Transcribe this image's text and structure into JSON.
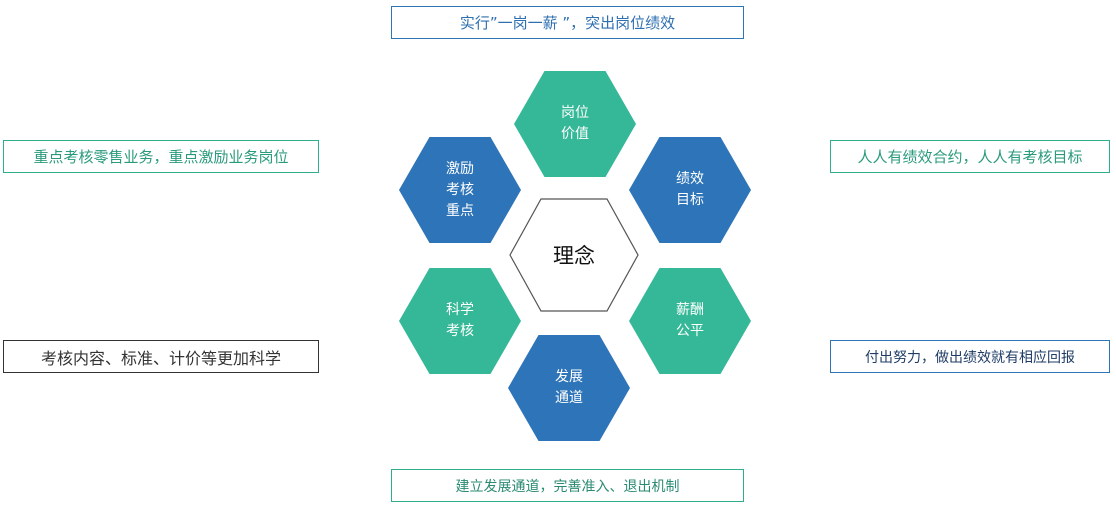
{
  "center": {
    "label": "理念"
  },
  "hexagons": {
    "top": "岗位\n价值",
    "upper_left": "激励\n考核\n重点",
    "upper_right": "绩效\n目标",
    "lower_left": "科学\n考核",
    "lower_right": "薪酬\n公平",
    "bottom": "发展\n通道"
  },
  "boxes": {
    "top": "实行”一岗一薪 ”，突出岗位绩效",
    "left_top": "重点考核零售业务，重点激励业务岗位",
    "right_top": "人人有绩效合约，人人有考核目标",
    "left_bottom": "考核内容、标准、计价等更加科学",
    "right_bottom": "付出努力，做出绩效就有相应回报",
    "bottom": "建立发展通道，完善准入、退出机制"
  },
  "colors": {
    "green": "#35b897",
    "blue": "#2e74b8",
    "center_outline": "#555555"
  }
}
